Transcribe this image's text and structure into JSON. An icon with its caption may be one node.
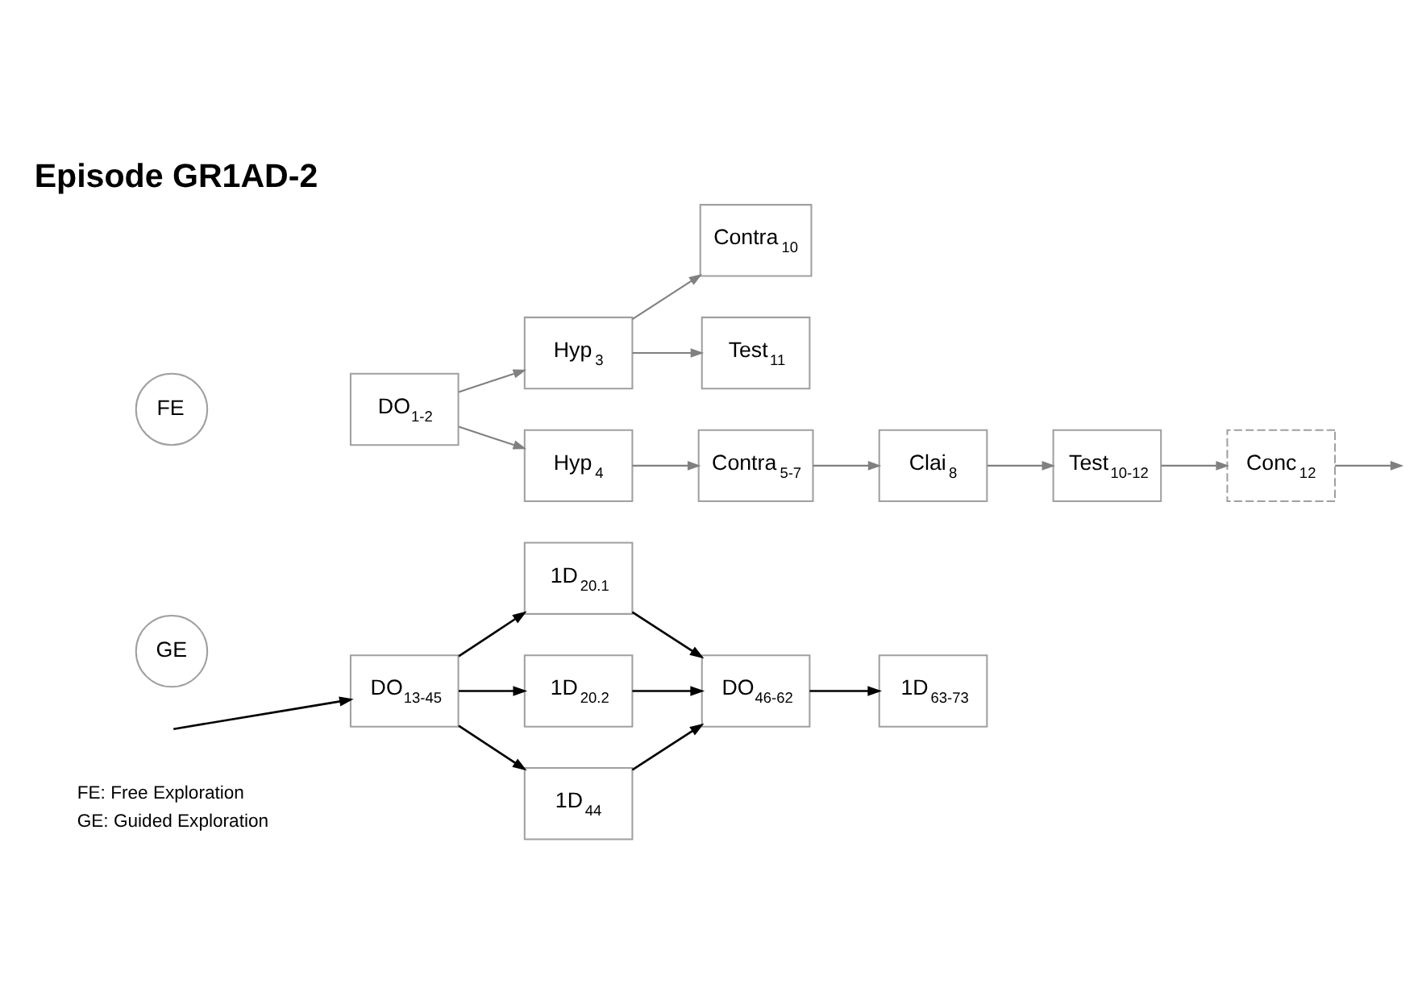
{
  "diagram": {
    "title": "Episode GR1AD-2",
    "nodes": [
      {
        "text": [
          "FE"
        ]
      },
      {
        "text": [
          "DO$_{1-2}$"
        ]
      },
      {
        "text": [
          "Hyp$_{3}$"
        ]
      },
      {
        "text": [
          "Contra$_{10}$"
        ]
      },
      {
        "text": [
          "Test$_{11}$"
        ]
      },
      {
        "text": [
          "Hyp$_{4}$"
        ]
      },
      {
        "text": [
          "Contra$_{5-7}$"
        ]
      },
      {
        "text": [
          "Clai$_{8}$"
        ]
      },
      {
        "text": [
          "Test$_{10-12}$"
        ]
      },
      {
        "text": [
          "Conc$_{12}$"
        ]
      },
      {
        "text": [
          "GE"
        ]
      },
      {
        "text": [
          "DO$_{13-45}$"
        ]
      },
      {
        "text": [
          "1D$_{20.1}$"
        ]
      },
      {
        "text": [
          "1D$_{20.2}$"
        ]
      },
      {
        "text": [
          "1D$_{44}$"
        ]
      },
      {
        "text": [
          "DO$_{46-62}$"
        ]
      },
      {
        "text": [
          "1D$_{63-73}$"
        ]
      }
    ],
    "edges": [
      {
        "from": 1,
        "to": 2,
        "arrow": "to"
      },
      {
        "from": 1,
        "to": 5,
        "arrow": "to"
      },
      {
        "from": 2,
        "to": 3,
        "arrow": "to"
      },
      {
        "from": 2,
        "to": 4,
        "arrow": "to"
      },
      {
        "from": 5,
        "to": 6,
        "arrow": "to"
      },
      {
        "from": 6,
        "to": 7,
        "arrow": "to"
      },
      {
        "from": 7,
        "to": 8,
        "arrow": "to"
      },
      {
        "from": 8,
        "to": 9,
        "arrow": "to"
      },
      {
        "from": 9,
        "to": null,
        "arrow": "to"
      },
      {
        "from": null,
        "to": 11,
        "arrow": "to",
        "color": "#000000"
      },
      {
        "from": 11,
        "to": 12,
        "arrow": "to",
        "color": "#000000"
      },
      {
        "from": 11,
        "to": 13,
        "arrow": "to",
        "color": "#000000"
      },
      {
        "from": 11,
        "to": 14,
        "arrow": "to",
        "color": "#000000"
      },
      {
        "from": 12,
        "to": 15,
        "arrow": "to",
        "color": "#000000"
      },
      {
        "from": 13,
        "to": 15,
        "arrow": "to",
        "color": "#000000"
      },
      {
        "from": 14,
        "to": 15,
        "arrow": "to",
        "color": "#000000"
      },
      {
        "from": 15,
        "to": 16,
        "arrow": "to",
        "color": "#000000"
      }
    ],
    "labels": [
      "FE: Free Exploration",
      "GE: Guided Exploration"
    ]
  }
}
